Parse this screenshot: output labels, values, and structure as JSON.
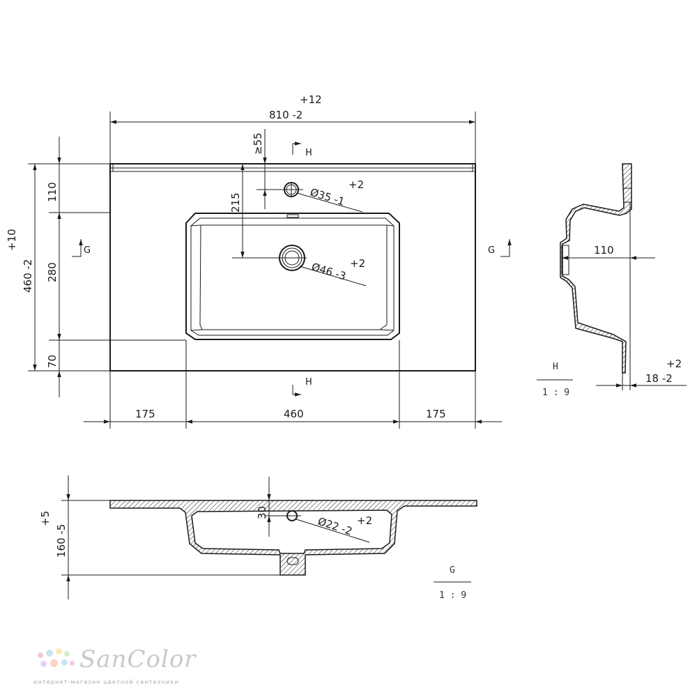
{
  "top_view": {
    "overall_width": {
      "nominal": "810 -2",
      "tolerance_plus": "+12"
    },
    "overall_depth": {
      "nominal": "460 -2",
      "tolerance_plus": "+10"
    },
    "segment_110": "110",
    "segment_280": "280",
    "segment_70": "70",
    "dim_215": "215",
    "dim_min55": "≥55",
    "tap_hole": {
      "diameter": "Ø35 -1",
      "tolerance_plus": "+2"
    },
    "drain_hole": {
      "diameter": "Ø46 -3",
      "tolerance_plus": "+2"
    },
    "left_margin": "175",
    "basin_width": "460",
    "right_margin": "175",
    "section_h_top": "H",
    "section_h_bottom": "H",
    "section_g_left": "G",
    "section_g_right": "G"
  },
  "section_h_view": {
    "dim_110": "110",
    "thickness": {
      "nominal": "18 -2",
      "tolerance_plus": "+2"
    },
    "label": "H",
    "scale": "1 : 9"
  },
  "section_g_view": {
    "height": {
      "nominal": "160 -5",
      "tolerance_plus": "+5"
    },
    "dim_30": "30",
    "overflow_hole": {
      "diameter": "Ø22 -2",
      "tolerance_plus": "+2"
    },
    "label": "G",
    "scale": "1 : 9"
  },
  "brand": {
    "name": "SanColor",
    "tagline": "интернет-магазин цветной сантехники",
    "dot_colors": [
      "#f6c6dc",
      "#c8e3f5",
      "#fde7b4",
      "#d5ecc8",
      "#e6d0f3",
      "#fbd3c0"
    ]
  }
}
